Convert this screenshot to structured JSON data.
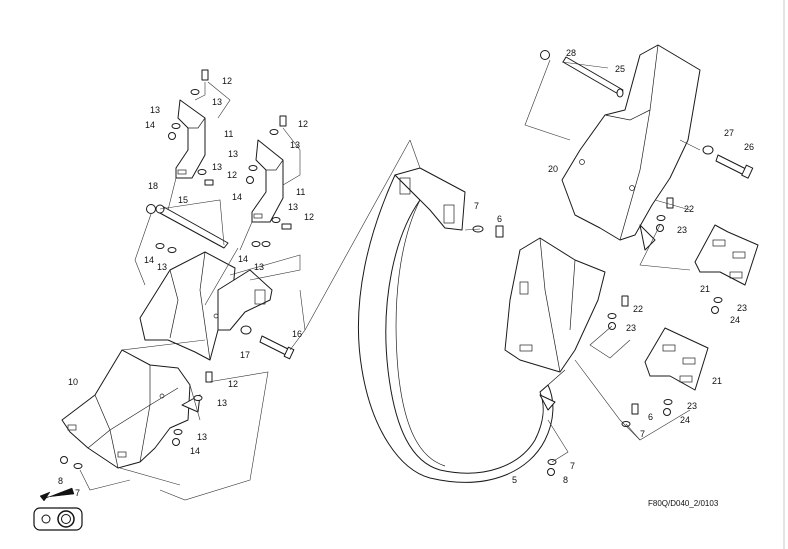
{
  "drawing_code": "F80Q/D040_2/0103",
  "callouts": [
    {
      "label": "12"
    },
    {
      "label": "13"
    },
    {
      "label": "13"
    },
    {
      "label": "14"
    },
    {
      "label": "11"
    },
    {
      "label": "13"
    },
    {
      "label": "12"
    },
    {
      "label": "12"
    },
    {
      "label": "13"
    },
    {
      "label": "13"
    },
    {
      "label": "14"
    },
    {
      "label": "11"
    },
    {
      "label": "13"
    },
    {
      "label": "12"
    },
    {
      "label": "18"
    },
    {
      "label": "15"
    },
    {
      "label": "14"
    },
    {
      "label": "13"
    },
    {
      "label": "14"
    },
    {
      "label": "13"
    },
    {
      "label": "16"
    },
    {
      "label": "17"
    },
    {
      "label": "10"
    },
    {
      "label": "12"
    },
    {
      "label": "13"
    },
    {
      "label": "13"
    },
    {
      "label": "14"
    },
    {
      "label": "8"
    },
    {
      "label": "7"
    },
    {
      "label": "7"
    },
    {
      "label": "6"
    },
    {
      "label": "5"
    },
    {
      "label": "28"
    },
    {
      "label": "25"
    },
    {
      "label": "27"
    },
    {
      "label": "26"
    },
    {
      "label": "20"
    },
    {
      "label": "22"
    },
    {
      "label": "23"
    },
    {
      "label": "21"
    },
    {
      "label": "23"
    },
    {
      "label": "24"
    },
    {
      "label": "22"
    },
    {
      "label": "23"
    },
    {
      "label": "21"
    },
    {
      "label": "23"
    },
    {
      "label": "24"
    },
    {
      "label": "6"
    },
    {
      "label": "7"
    },
    {
      "label": "7"
    },
    {
      "label": "8"
    }
  ],
  "icons": {
    "direction_arrow": "front-direction-arrow-icon",
    "tyre_symbol": "tire-symbol-icon"
  }
}
